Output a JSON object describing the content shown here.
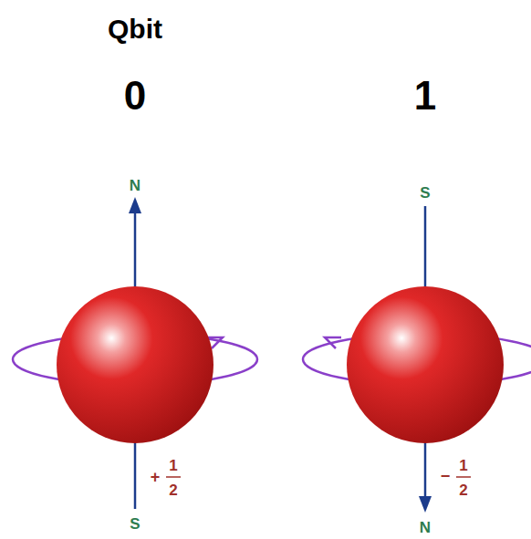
{
  "diagram": {
    "title": "Qbit",
    "labels": [
      "0",
      "1",
      "N",
      "S",
      "+",
      "1",
      "2",
      "S",
      "N",
      "−",
      "1",
      "2"
    ]
  }
}
